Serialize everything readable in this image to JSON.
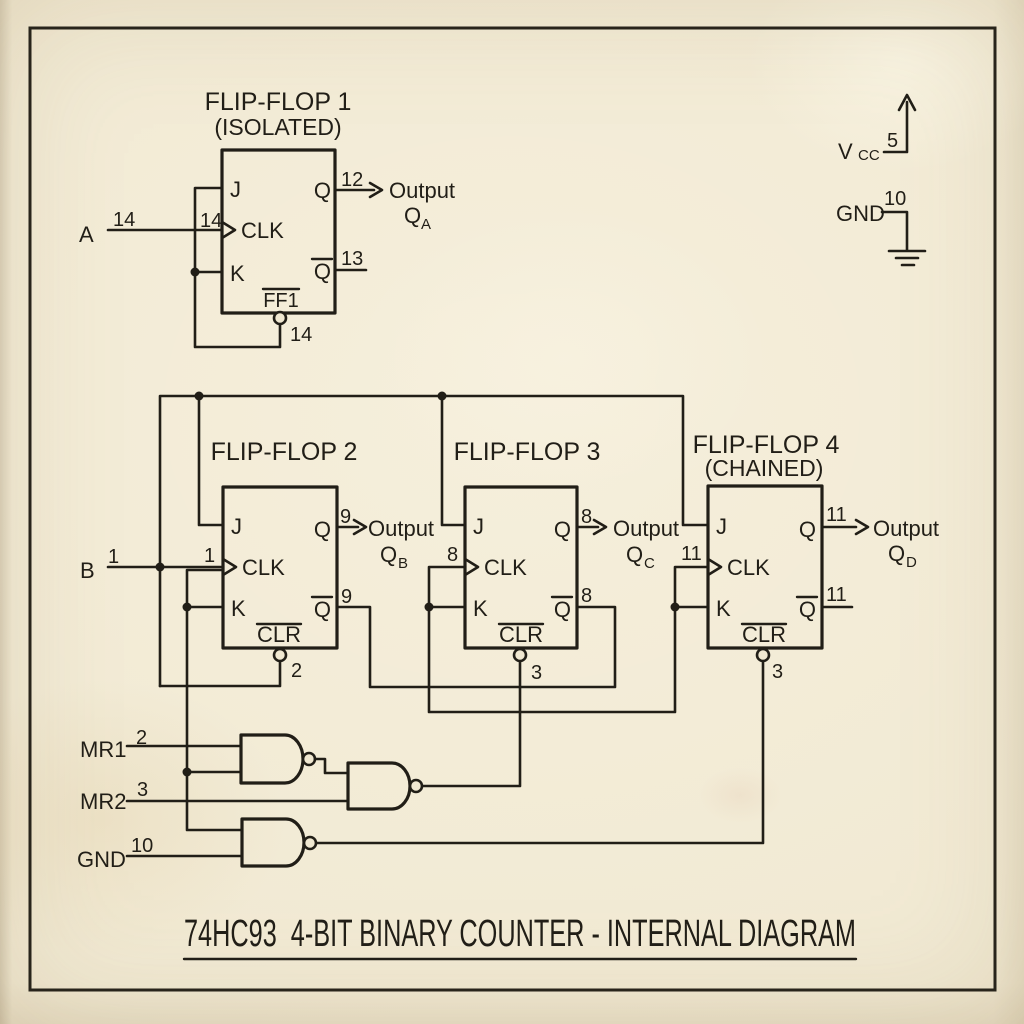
{
  "caption": {
    "text": "74HC93  4-BIT BINARY COUNTER - INTERNAL DIAGRAM"
  },
  "power": {
    "vcc_label": "V",
    "vcc_sub": "CC",
    "vcc_pin": "5",
    "gnd_label": "GND",
    "gnd_pin": "10"
  },
  "ff1": {
    "title": "FLIP-FLOP 1",
    "subtitle": "(ISOLATED)",
    "input_label": "A",
    "input_pin": "14",
    "clk_pin": "14",
    "j": "J",
    "clk": "CLK",
    "k": "K",
    "q": "Q",
    "qbar": "Q",
    "tag": "FF1",
    "q_pin": "12",
    "qbar_pin": "13",
    "bottom_pin": "14",
    "output_word": "Output",
    "output_name": "Q",
    "output_sub": "A"
  },
  "ff2": {
    "title": "FLIP-FLOP 2",
    "input_label": "B",
    "input_pin": "1",
    "clk_pin": "1",
    "j": "J",
    "clk": "CLK",
    "k": "K",
    "q": "Q",
    "qbar": "Q",
    "clr": "CLR",
    "q_pin": "9",
    "qbar_pin": "9",
    "clr_pin": "2",
    "output_word": "Output",
    "output_name": "Q",
    "output_sub": "B"
  },
  "ff3": {
    "title": "FLIP-FLOP 3",
    "clk_pin": "8",
    "j": "J",
    "clk": "CLK",
    "k": "K",
    "q": "Q",
    "qbar": "Q",
    "clr": "CLR",
    "q_pin": "8",
    "qbar_pin": "8",
    "clr_pin": "3",
    "output_word": "Output",
    "output_name": "Q",
    "output_sub": "C"
  },
  "ff4": {
    "title": "FLIP-FLOP 4",
    "subtitle": "(CHAINED)",
    "clk_pin": "11",
    "j": "J",
    "clk": "CLK",
    "k": "K",
    "q": "Q",
    "qbar": "Q",
    "clr": "CLR",
    "q_pin": "11",
    "qbar_pin": "11",
    "clr_pin": "3",
    "output_word": "Output",
    "output_name": "Q",
    "output_sub": "D"
  },
  "resets": {
    "mr1_label": "MR1",
    "mr1_pin": "2",
    "mr2_label": "MR2",
    "mr2_pin": "3",
    "gnd_label": "GND",
    "gnd_pin": "10"
  },
  "colors": {
    "paper": "#f0e8d1",
    "ink": "#211e17"
  }
}
